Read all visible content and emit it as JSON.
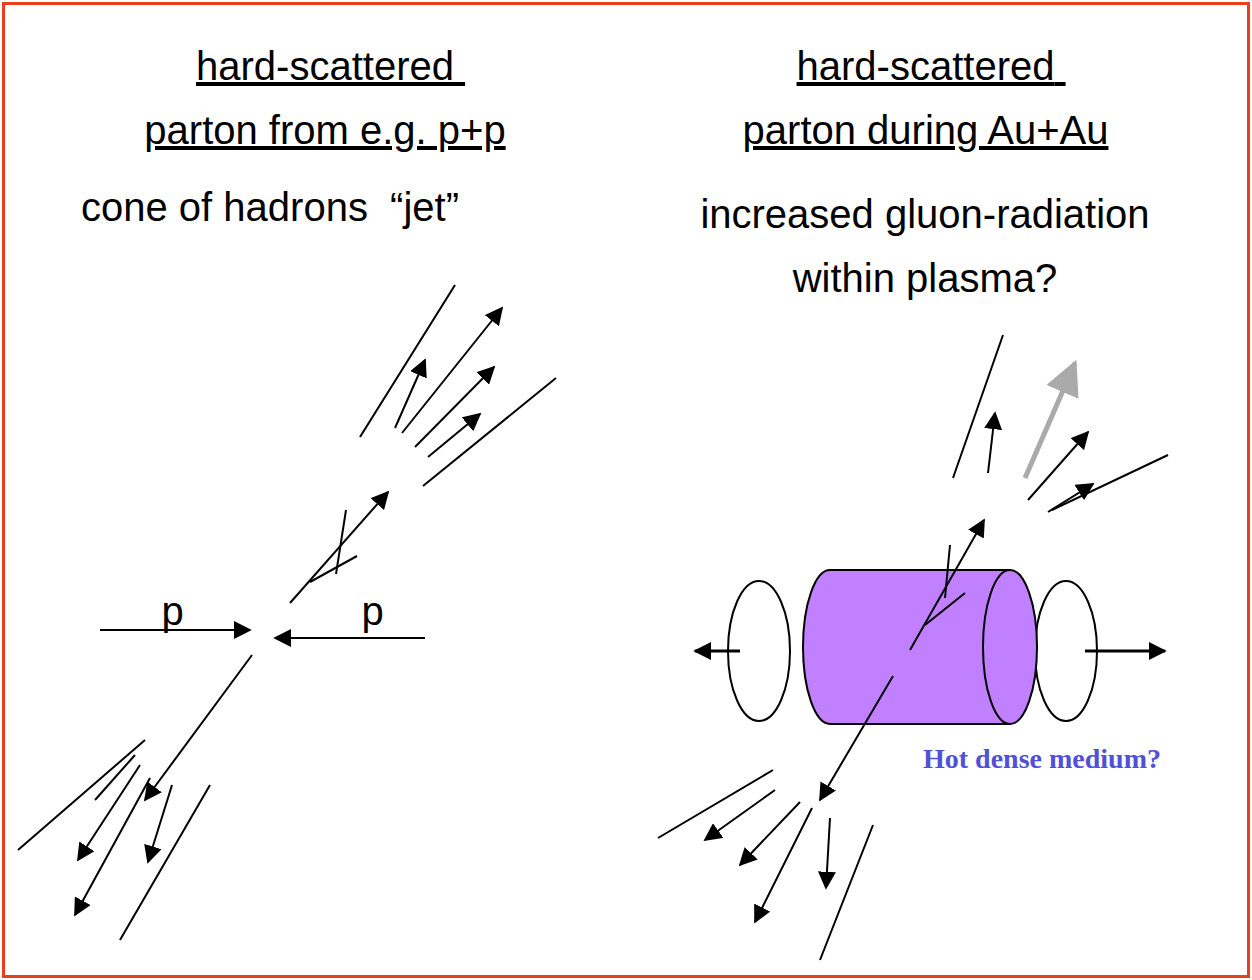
{
  "diagram": {
    "labels": [
      "hard-scattered parton from e.g. p+p",
      "hard-scattered parton during Au+Au",
      "cone of hadrons  “jet”",
      "increased gluon-radiation within plasma?",
      "p",
      "p",
      "Hot dense medium?"
    ]
  }
}
